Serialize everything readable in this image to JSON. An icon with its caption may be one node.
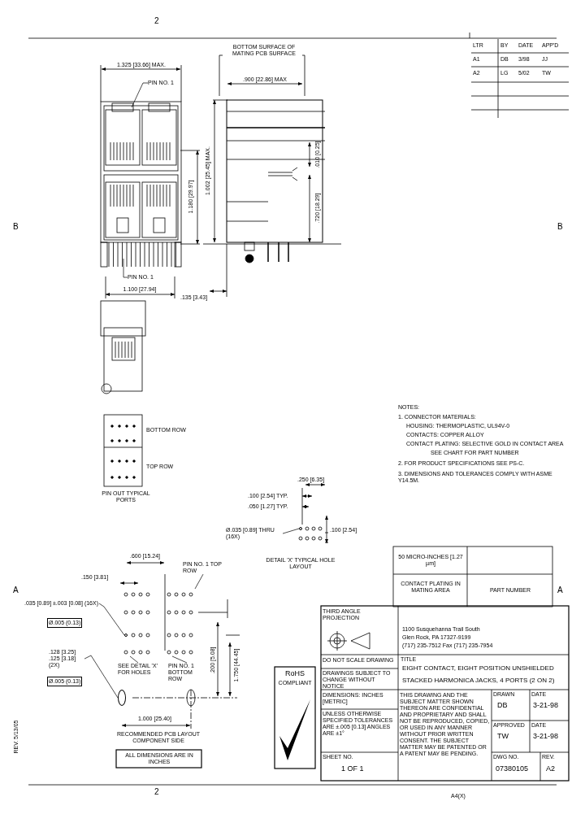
{
  "diagram": {
    "nodes": [
      {
        "text": [
          "PIN NO. 1"
        ]
      },
      {
        "text": [
          "PIN NO. 1"
        ]
      },
      {
        "text": [
          "PIN NO. 1 TOP ROW"
        ]
      },
      {
        "text": [
          ".035 [0.89] ±.003 [0.08] (16X)"
        ]
      },
      {
        "text": [
          ".128 [3.25] .125 [3.18] (2X)"
        ]
      },
      {
        "text": [
          "SEE DETAIL 'X' FOR HOLES"
        ]
      },
      {
        "text": [
          "PIN NO. 1 BOTTOM ROW"
        ]
      },
      {
        "text": [
          "Ø.035 [0.89] THRU (16X)"
        ]
      },
      {
        "text": [],
        "shape": "circle"
      },
      {
        "text": [],
        "shape": "circle"
      },
      {
        "text": [],
        "shape": "circle"
      }
    ],
    "edges": [
      {
        "from": 0,
        "to": null,
        "arrow": "none"
      },
      {
        "from": 1,
        "to": null,
        "arrow": "none"
      },
      {
        "from": 2,
        "to": null,
        "arrow": "none"
      },
      {
        "from": 3,
        "to": 10,
        "arrow": "none"
      },
      {
        "from": 4,
        "to": 9,
        "arrow": "none"
      },
      {
        "from": 5,
        "to": null,
        "arrow": "none"
      },
      {
        "from": 6,
        "to": null,
        "arrow": "none"
      },
      {
        "from": 7,
        "to": 8,
        "arrow": "none"
      }
    ],
    "labels": [
      "2",
      "B",
      "B",
      "A",
      "A",
      "2",
      "LTR",
      "BY",
      "DATE",
      "APP'D",
      "A1",
      "DB",
      "3/98",
      "JJ",
      "A2",
      "LG",
      "5/02",
      "TW",
      "1.325 [33.66] MAX.",
      "1.100 [27.94]",
      "1.180 [29.97]",
      "BOTTOM SURFACE OF MATING PCB SURFACE",
      ".900 [22.86] MAX",
      "1.002 [25.45] MAX.",
      ".010 [0.25]",
      ".720 [18.29]",
      ".135 [3.43]",
      "BOTTOM ROW",
      "TOP ROW",
      "PIN OUT TYPICAL PORTS",
      ".250 [6.35]",
      ".100 [2.54] TYP.",
      ".050 [1.27] TYP.",
      ".100 [2.54]",
      "DETAIL 'X' TYPICAL HOLE LAYOUT",
      "NOTES:",
      "1. CONNECTOR MATERIALS:",
      "HOUSING: THERMOPLASTIC, UL94V-0",
      "CONTACTS: COPPER ALLOY",
      "CONTACT PLATING: SELECTIVE GOLD IN CONTACT AREA",
      "SEE CHART FOR PART NUMBER",
      "2. FOR PRODUCT SPECIFICATIONS SEE PS-C.",
      "3. DIMENSIONS AND TOLERANCES COMPLY WITH ASME Y14.5M.",
      "50 MICRO-INCHES [1.27 µm]",
      "CONTACT PLATING IN MATING AREA",
      "PART NUMBER",
      ".600 [15.24]",
      ".150 [3.81]",
      ".200 [5.08]",
      "1.750 [44.45]",
      "1.000 [25.40]",
      "RECOMMENDED PCB LAYOUT COMPONENT SIDE",
      "ALL DIMENSIONS ARE IN INCHES",
      "Ø.005 (0.13)",
      "Ø.005 (0.13)",
      "THIRD ANGLE PROJECTION",
      "1100 Susquehanna Trail South",
      "Glen Rock, PA 17327-9199",
      "(717) 235-7512 Fax (717) 235-7954",
      "DO NOT SCALE DRAWING",
      "DRAWINGS SUBJECT TO CHANGE WITHOUT NOTICE",
      "DIMENSIONS: INCHES [METRIC]",
      "UNLESS OTHERWISE SPECIFIED TOLERANCES ARE ±.005 [0.13] ANGLES ARE ±1°",
      "SHEET NO.",
      "1 OF 1",
      "TITLE",
      "EIGHT CONTACT, EIGHT POSITION UNSHIELDED",
      "STACKED HARMONICA JACKS, 4 PORTS (2 ON 2)",
      "THIS DRAWING AND THE SUBJECT MATTER SHOWN THEREON ARE CONFIDENTIAL AND PROPRIETARY AND SHALL NOT BE REPRODUCED, COPIED, OR USED IN ANY MANNER WITHOUT PRIOR WRITTEN CONSENT. THE SUBJECT MATTER MAY BE PATENTED OR A PATENT MAY BE PENDING.",
      "DRAWN",
      "DB",
      "DATE",
      "3-21-98",
      "APPROVED",
      "TW",
      "DATE",
      "3-21-98",
      "DWG NO.",
      "07380105",
      "REV.",
      "A2",
      "A4(X)",
      "REV. 5/13/05",
      "RoHS",
      "COMPLIANT"
    ]
  }
}
